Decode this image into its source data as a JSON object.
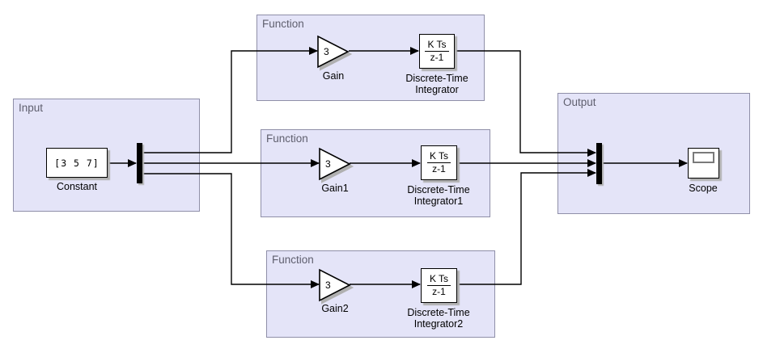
{
  "areas": {
    "input": {
      "label": "Input"
    },
    "function_top": {
      "label": "Function"
    },
    "function_middle": {
      "label": "Function"
    },
    "function_bottom": {
      "label": "Function"
    },
    "output": {
      "label": "Output"
    }
  },
  "blocks": {
    "constant": {
      "value": "[3 5 7]",
      "label": "Constant"
    },
    "gain": {
      "value": "3",
      "label": "Gain"
    },
    "gain1": {
      "value": "3",
      "label": "Gain1"
    },
    "gain2": {
      "value": "3",
      "label": "Gain2"
    },
    "integrator": {
      "numerator": "K Ts",
      "denominator": "z-1",
      "label1": "Discrete-Time",
      "label2": "Integrator"
    },
    "integrator1": {
      "numerator": "K Ts",
      "denominator": "z-1",
      "label1": "Discrete-Time",
      "label2": "Integrator1"
    },
    "integrator2": {
      "numerator": "K Ts",
      "denominator": "z-1",
      "label1": "Discrete-Time",
      "label2": "Integrator2"
    },
    "scope": {
      "label": "Scope"
    }
  },
  "colors": {
    "background": "#ffffff",
    "area_fill": "#e4e4f8",
    "area_border": "#8f8fa8",
    "area_label": "#5f5f6e",
    "block_fill": "#ffffff",
    "block_border": "#000000",
    "wire": "#000000",
    "shadow": "#b0b0b0"
  }
}
